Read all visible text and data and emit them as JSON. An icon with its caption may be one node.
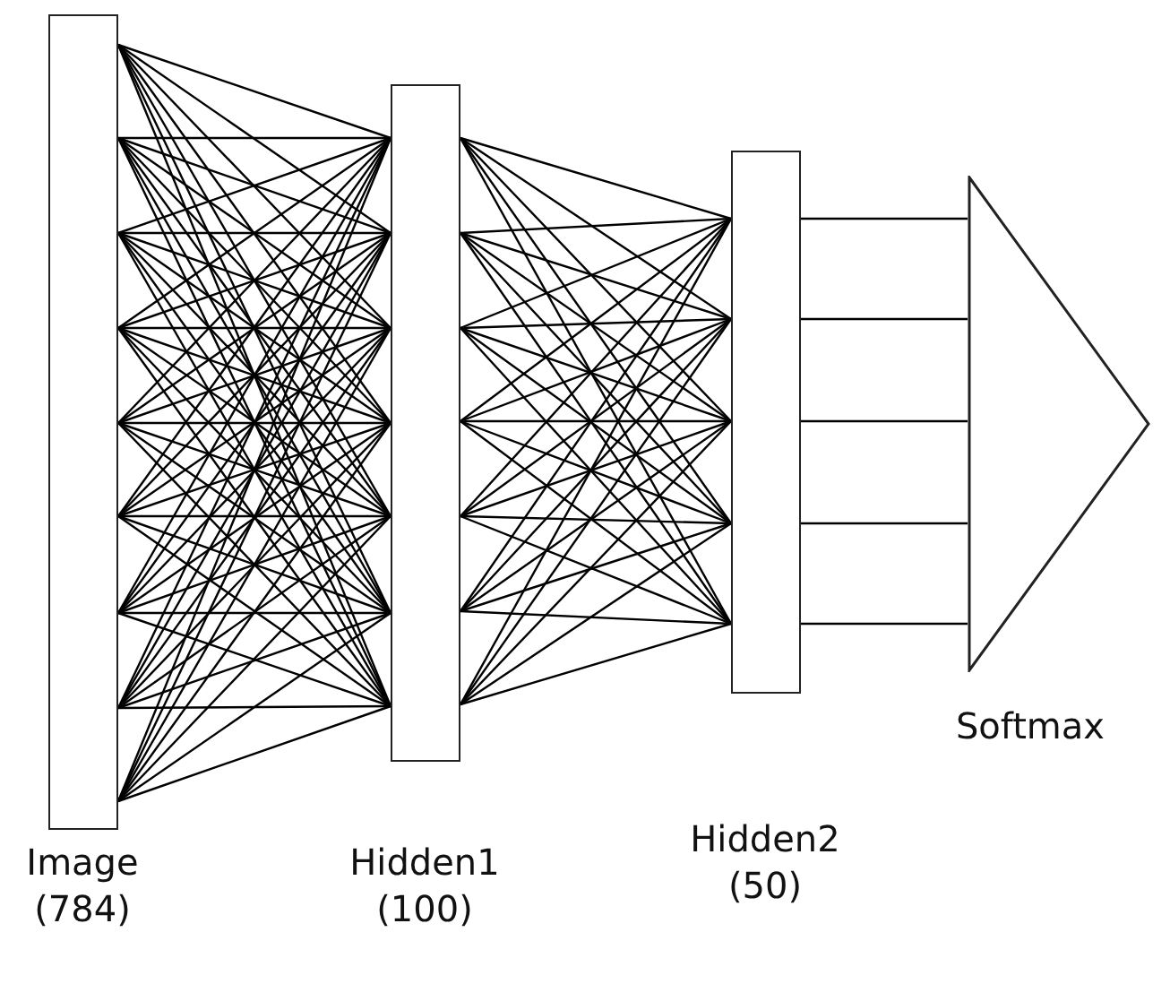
{
  "diagram": {
    "nodes": [
      {
        "text": [
          "Image (784)"
        ]
      },
      {
        "text": [
          "Hidden1 (100)"
        ]
      },
      {
        "text": [
          "Hidden2 (50)"
        ]
      },
      {
        "text": [
          "Softmax"
        ]
      }
    ],
    "edges": [
      {
        "from": 0,
        "to": 1,
        "arrow": "none"
      },
      {
        "from": 0,
        "to": 1,
        "arrow": "none"
      },
      {
        "from": 0,
        "to": 1,
        "arrow": "none"
      },
      {
        "from": 0,
        "to": 1,
        "arrow": "none"
      },
      {
        "from": 0,
        "to": 1,
        "arrow": "none"
      },
      {
        "from": 0,
        "to": 1,
        "arrow": "none"
      },
      {
        "from": 0,
        "to": 1,
        "arrow": "none"
      },
      {
        "from": 0,
        "to": 1,
        "arrow": "none"
      },
      {
        "from": 0,
        "to": 1,
        "arrow": "none"
      },
      {
        "from": 0,
        "to": 1,
        "arrow": "none"
      },
      {
        "from": 0,
        "to": 1,
        "arrow": "none"
      },
      {
        "from": 0,
        "to": 1,
        "arrow": "none"
      },
      {
        "from": 0,
        "to": 1,
        "arrow": "none"
      },
      {
        "from": 0,
        "to": 1,
        "arrow": "none"
      },
      {
        "from": 0,
        "to": 1,
        "arrow": "none"
      },
      {
        "from": 0,
        "to": 1,
        "arrow": "none"
      },
      {
        "from": 0,
        "to": 1,
        "arrow": "none"
      },
      {
        "from": 0,
        "to": 1,
        "arrow": "none"
      },
      {
        "from": 0,
        "to": 1,
        "arrow": "none"
      },
      {
        "from": 0,
        "to": 1,
        "arrow": "none"
      },
      {
        "from": 0,
        "to": 1,
        "arrow": "none"
      },
      {
        "from": 0,
        "to": 1,
        "arrow": "none"
      },
      {
        "from": 0,
        "to": 1,
        "arrow": "none"
      },
      {
        "from": 0,
        "to": 1,
        "arrow": "none"
      },
      {
        "from": 0,
        "to": 1,
        "arrow": "none"
      },
      {
        "from": 0,
        "to": 1,
        "arrow": "none"
      },
      {
        "from": 0,
        "to": 1,
        "arrow": "none"
      },
      {
        "from": 0,
        "to": 1,
        "arrow": "none"
      },
      {
        "from": 0,
        "to": 1,
        "arrow": "none"
      },
      {
        "from": 0,
        "to": 1,
        "arrow": "none"
      },
      {
        "from": 0,
        "to": 1,
        "arrow": "none"
      },
      {
        "from": 0,
        "to": 1,
        "arrow": "none"
      },
      {
        "from": 0,
        "to": 1,
        "arrow": "none"
      },
      {
        "from": 0,
        "to": 1,
        "arrow": "none"
      },
      {
        "from": 0,
        "to": 1,
        "arrow": "none"
      },
      {
        "from": 0,
        "to": 1,
        "arrow": "none"
      },
      {
        "from": 0,
        "to": 1,
        "arrow": "none"
      },
      {
        "from": 0,
        "to": 1,
        "arrow": "none"
      },
      {
        "from": 0,
        "to": 1,
        "arrow": "none"
      },
      {
        "from": 0,
        "to": 1,
        "arrow": "none"
      },
      {
        "from": 0,
        "to": 1,
        "arrow": "none"
      },
      {
        "from": 0,
        "to": 1,
        "arrow": "none"
      },
      {
        "from": 0,
        "to": 1,
        "arrow": "none"
      },
      {
        "from": 0,
        "to": 1,
        "arrow": "none"
      },
      {
        "from": 0,
        "to": 1,
        "arrow": "none"
      },
      {
        "from": 0,
        "to": 1,
        "arrow": "none"
      },
      {
        "from": 0,
        "to": 1,
        "arrow": "none"
      },
      {
        "from": 0,
        "to": 1,
        "arrow": "none"
      },
      {
        "from": 0,
        "to": 1,
        "arrow": "none"
      },
      {
        "from": 0,
        "to": 1,
        "arrow": "none"
      },
      {
        "from": 0,
        "to": 1,
        "arrow": "none"
      },
      {
        "from": 0,
        "to": 1,
        "arrow": "none"
      },
      {
        "from": 0,
        "to": 1,
        "arrow": "none"
      },
      {
        "from": 0,
        "to": 1,
        "arrow": "none"
      },
      {
        "from": 0,
        "to": 1,
        "arrow": "none"
      },
      {
        "from": 0,
        "to": 1,
        "arrow": "none"
      },
      {
        "from": 0,
        "to": 1,
        "arrow": "none"
      },
      {
        "from": 0,
        "to": 1,
        "arrow": "none"
      },
      {
        "from": 0,
        "to": 1,
        "arrow": "none"
      },
      {
        "from": 0,
        "to": 1,
        "arrow": "none"
      },
      {
        "from": 0,
        "to": 1,
        "arrow": "none"
      },
      {
        "from": 0,
        "to": 1,
        "arrow": "none"
      },
      {
        "from": 0,
        "to": 1,
        "arrow": "none"
      },
      {
        "from": 1,
        "to": 2,
        "arrow": "none"
      },
      {
        "from": 1,
        "to": 2,
        "arrow": "none"
      },
      {
        "from": 1,
        "to": 2,
        "arrow": "none"
      },
      {
        "from": 1,
        "to": 2,
        "arrow": "none"
      },
      {
        "from": 1,
        "to": 2,
        "arrow": "none"
      },
      {
        "from": 1,
        "to": 2,
        "arrow": "none"
      },
      {
        "from": 1,
        "to": 2,
        "arrow": "none"
      },
      {
        "from": 1,
        "to": 2,
        "arrow": "none"
      },
      {
        "from": 1,
        "to": 2,
        "arrow": "none"
      },
      {
        "from": 1,
        "to": 2,
        "arrow": "none"
      },
      {
        "from": 1,
        "to": 2,
        "arrow": "none"
      },
      {
        "from": 1,
        "to": 2,
        "arrow": "none"
      },
      {
        "from": 1,
        "to": 2,
        "arrow": "none"
      },
      {
        "from": 1,
        "to": 2,
        "arrow": "none"
      },
      {
        "from": 1,
        "to": 2,
        "arrow": "none"
      },
      {
        "from": 1,
        "to": 2,
        "arrow": "none"
      },
      {
        "from": 1,
        "to": 2,
        "arrow": "none"
      },
      {
        "from": 1,
        "to": 2,
        "arrow": "none"
      },
      {
        "from": 1,
        "to": 2,
        "arrow": "none"
      },
      {
        "from": 1,
        "to": 2,
        "arrow": "none"
      },
      {
        "from": 1,
        "to": 2,
        "arrow": "none"
      },
      {
        "from": 1,
        "to": 2,
        "arrow": "none"
      },
      {
        "from": 1,
        "to": 2,
        "arrow": "none"
      },
      {
        "from": 1,
        "to": 2,
        "arrow": "none"
      },
      {
        "from": 1,
        "to": 2,
        "arrow": "none"
      },
      {
        "from": 1,
        "to": 2,
        "arrow": "none"
      },
      {
        "from": 1,
        "to": 2,
        "arrow": "none"
      },
      {
        "from": 1,
        "to": 2,
        "arrow": "none"
      },
      {
        "from": 1,
        "to": 2,
        "arrow": "none"
      },
      {
        "from": 1,
        "to": 2,
        "arrow": "none"
      },
      {
        "from": 1,
        "to": 2,
        "arrow": "none"
      },
      {
        "from": 1,
        "to": 2,
        "arrow": "none"
      },
      {
        "from": 1,
        "to": 2,
        "arrow": "none"
      },
      {
        "from": 1,
        "to": 2,
        "arrow": "none"
      },
      {
        "from": 1,
        "to": 2,
        "arrow": "none"
      },
      {
        "from": 2,
        "to": 3,
        "arrow": "none"
      },
      {
        "from": 2,
        "to": 3,
        "arrow": "none"
      },
      {
        "from": 2,
        "to": 3,
        "arrow": "none"
      },
      {
        "from": 2,
        "to": 3,
        "arrow": "none"
      },
      {
        "from": 2,
        "to": 3,
        "arrow": "none"
      }
    ]
  }
}
